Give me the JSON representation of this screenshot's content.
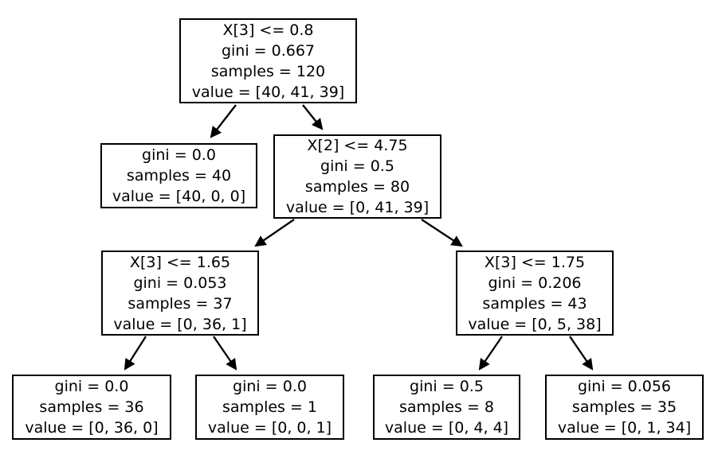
{
  "figure": {
    "background": "#ffffff",
    "node_border_color": "#000000",
    "edge_color": "#000000",
    "text_color": "#000000"
  },
  "tree": {
    "type": "decision-tree",
    "nodes": [
      {
        "id": 0,
        "lines": [
          "X[3] <= 0.8",
          "gini = 0.667",
          "samples = 120",
          "value = [40, 41, 39]"
        ]
      },
      {
        "id": 1,
        "lines": [
          "gini = 0.0",
          "samples = 40",
          "value = [40, 0, 0]"
        ]
      },
      {
        "id": 2,
        "lines": [
          "X[2] <= 4.75",
          "gini = 0.5",
          "samples = 80",
          "value = [0, 41, 39]"
        ]
      },
      {
        "id": 3,
        "lines": [
          "X[3] <= 1.65",
          "gini = 0.053",
          "samples = 37",
          "value = [0, 36, 1]"
        ]
      },
      {
        "id": 4,
        "lines": [
          "X[3] <= 1.75",
          "gini = 0.206",
          "samples = 43",
          "value = [0, 5, 38]"
        ]
      },
      {
        "id": 5,
        "lines": [
          "gini = 0.0",
          "samples = 36",
          "value = [0, 36, 0]"
        ]
      },
      {
        "id": 6,
        "lines": [
          "gini = 0.0",
          "samples = 1",
          "value = [0, 0, 1]"
        ]
      },
      {
        "id": 7,
        "lines": [
          "gini = 0.5",
          "samples = 8",
          "value = [0, 4, 4]"
        ]
      },
      {
        "id": 8,
        "lines": [
          "gini = 0.056",
          "samples = 35",
          "value = [0, 1, 34]"
        ]
      }
    ],
    "edges": [
      {
        "from": 0,
        "to": 1
      },
      {
        "from": 0,
        "to": 2
      },
      {
        "from": 2,
        "to": 3
      },
      {
        "from": 2,
        "to": 4
      },
      {
        "from": 3,
        "to": 5
      },
      {
        "from": 3,
        "to": 6
      },
      {
        "from": 4,
        "to": 7
      },
      {
        "from": 4,
        "to": 8
      }
    ]
  }
}
